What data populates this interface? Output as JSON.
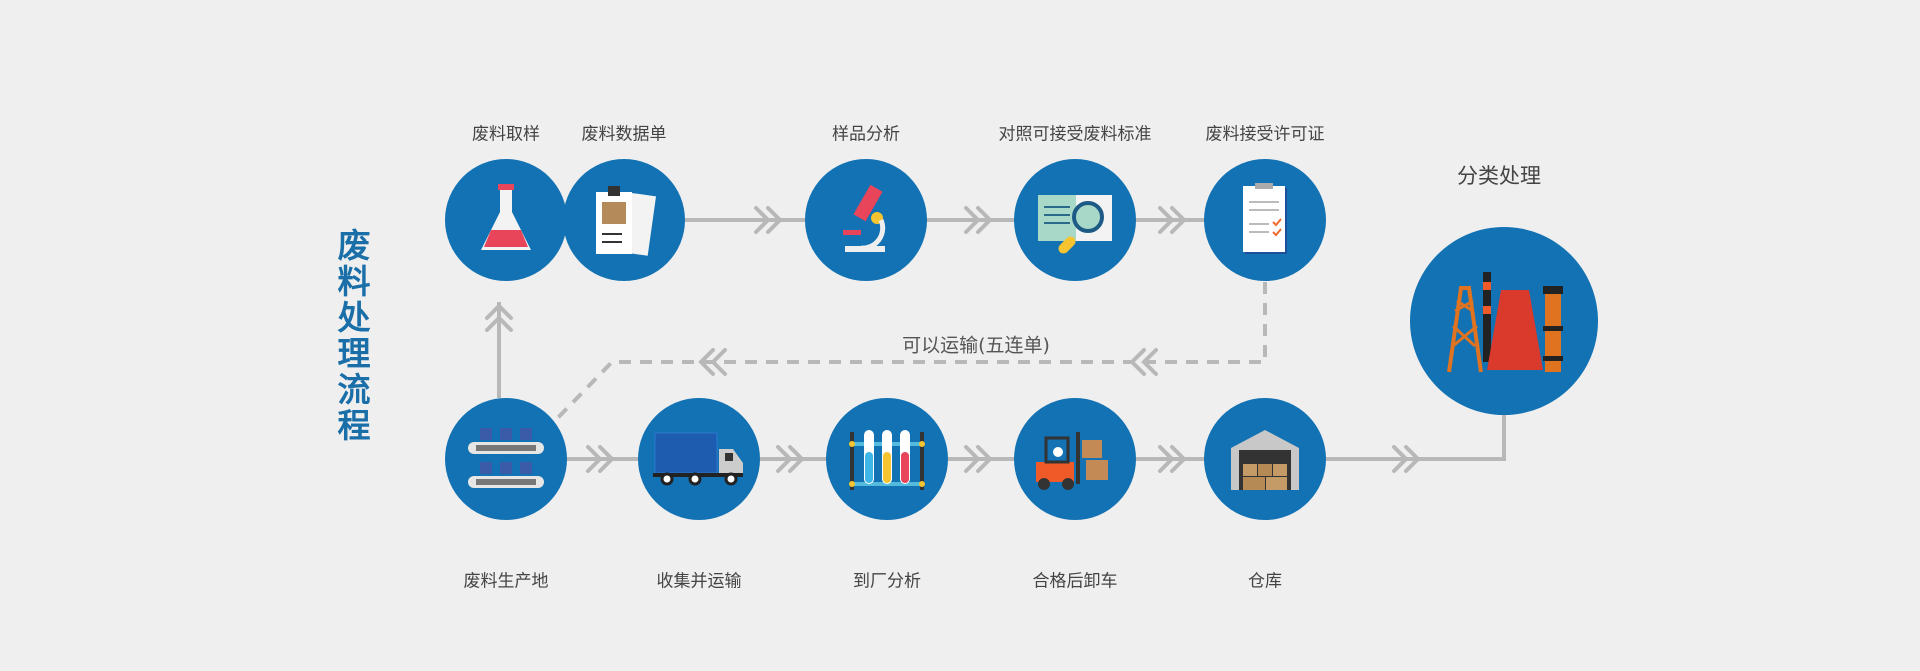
{
  "title": "废料处理流程",
  "top_row": [
    {
      "label": "废料取样",
      "icon": "flask-icon"
    },
    {
      "label": "废料数据单",
      "icon": "clipboard-icon"
    },
    {
      "label": "样品分析",
      "icon": "microscope-icon"
    },
    {
      "label": "对照可接受废料标准",
      "icon": "magnifier-book-icon"
    },
    {
      "label": "废料接受许可证",
      "icon": "permit-document-icon"
    }
  ],
  "bottom_row": [
    {
      "label": "废料生产地",
      "icon": "conveyor-icon"
    },
    {
      "label": "收集并运输",
      "icon": "truck-icon"
    },
    {
      "label": "到厂分析",
      "icon": "test-tubes-icon"
    },
    {
      "label": "合格后卸车",
      "icon": "forklift-icon"
    },
    {
      "label": "仓库",
      "icon": "warehouse-icon"
    }
  ],
  "final": {
    "label": "分类处理",
    "icon": "factory-icon"
  },
  "dashed_path_label": "可以运输(五连单)",
  "colors": {
    "circle": "#1272b3",
    "line": "#b5b5b5",
    "title": "#1a6fa8",
    "background": "#efefef"
  }
}
